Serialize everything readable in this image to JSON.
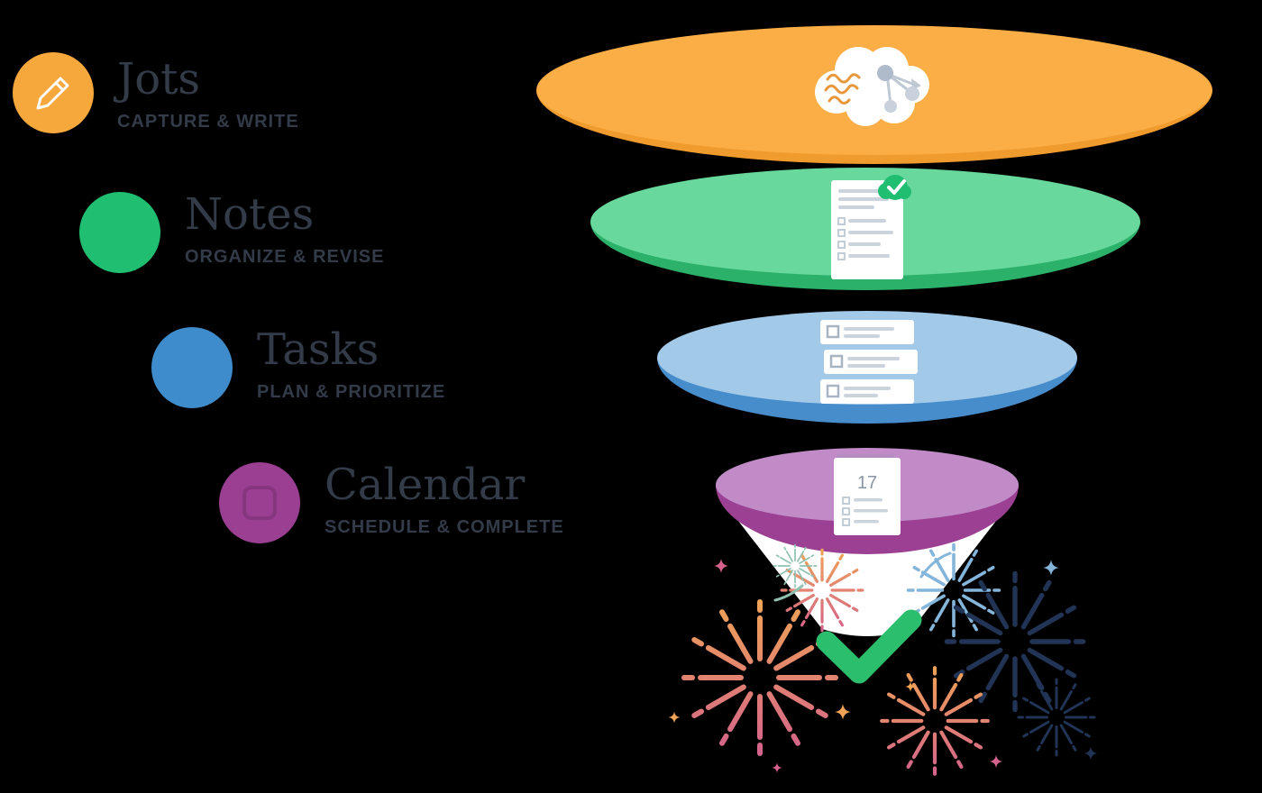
{
  "theme": {
    "bg": "#000000",
    "text": "#333B49"
  },
  "stages": [
    {
      "name": "Jots",
      "subtitle": "CAPTURE & WRITE",
      "icon": "pencil-icon",
      "bullet_color": "#F6A83C",
      "funnel_top": "#FBAE45",
      "funnel_side": "#F09B2E"
    },
    {
      "name": "Notes",
      "subtitle": "ORGANIZE & REVISE",
      "icon": "note-check-icon",
      "bullet_color": "#1FBE71",
      "funnel_top": "#69D89C",
      "funnel_side": "#2BB169"
    },
    {
      "name": "Tasks",
      "subtitle": "PLAN & PRIORITIZE",
      "icon": "task-list-icon",
      "bullet_color": "#3E8CCB",
      "funnel_top": "#A3C9E9",
      "funnel_side": "#478CCB"
    },
    {
      "name": "Calendar",
      "subtitle": "SCHEDULE & COMPLETE",
      "icon": "calendar-icon",
      "bullet_color": "#9B3F93",
      "funnel_top": "#C08BC7",
      "funnel_side": "#9C4093"
    }
  ],
  "funnel": {
    "calendar_day": "17",
    "checkmark_color": "#2BBE6C",
    "spout_color": "#FFFFFF",
    "doodle_scribble_color": "#E8973B",
    "doodle_node_color": "#BFC9D4"
  },
  "fireworks": {
    "pink": "#D4628C",
    "orange": "#F0A455",
    "light_blue": "#84B5DB",
    "navy": "#223455",
    "teal": "#8FC0B0"
  }
}
